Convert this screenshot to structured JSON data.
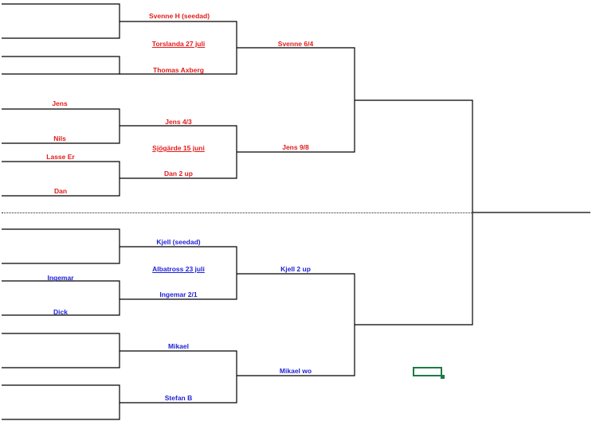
{
  "colors": {
    "top_half": "#e31b1b",
    "bottom_half": "#1f1fd6",
    "line": "#000000",
    "selection": "#1e7a45"
  },
  "top": {
    "r1": {
      "jens": "Jens",
      "nils": "Nils",
      "lasse": "Lasse Er",
      "dan": "Dan"
    },
    "r2": {
      "svenne_seeded": "Svenne H (seedad)",
      "venue_1": "Torslanda 27 juli",
      "thomas": "Thomas Axberg",
      "jens_result": "Jens 4/3",
      "venue_2": "Sjögärde 15 juni",
      "dan_result": "Dan 2 up"
    },
    "r3": {
      "svenne_result": "Svenne 6/4",
      "jens_result": "Jens 9/8"
    }
  },
  "bottom": {
    "r1": {
      "ingemar": "Ingemar",
      "dick": "Dick"
    },
    "r2": {
      "kjell_seeded": "Kjell (seedad)",
      "venue_1": "Albatross 23 juli",
      "ingemar_result": "Ingemar 2/1",
      "mikael": "Mikael",
      "stefan": "Stefan B"
    },
    "r3": {
      "kjell_result": "Kjell 2 up",
      "mikael_result": "Mikael wo"
    }
  }
}
